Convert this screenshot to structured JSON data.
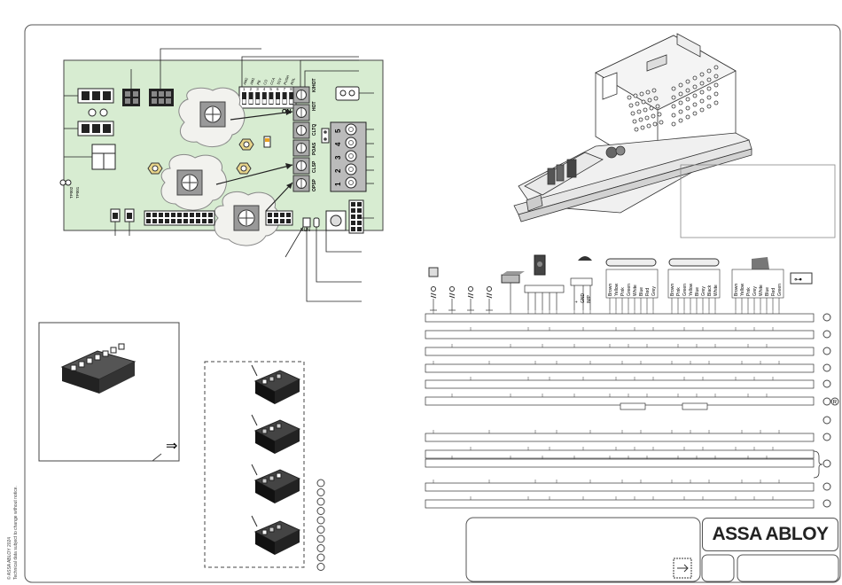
{
  "pcb": {
    "dip_header": "ON",
    "dip_numbers": [
      "1",
      "2",
      "3",
      "4",
      "5",
      "6",
      "7",
      "8"
    ],
    "dip_top_labels": [
      "AM2",
      "AM1",
      "PB",
      "CO",
      "CCA",
      "SSV",
      "PUSH",
      "ROL"
    ],
    "terminal_numbers": [
      "5",
      "4",
      "3",
      "2",
      "1"
    ],
    "pot_labels": [
      "HOT",
      "K/HOT",
      "CLTQ",
      "POAS",
      "CLSP",
      "OPSP"
    ],
    "test_points": [
      "TP002",
      "TP001"
    ],
    "bottom_labels": [
      "RUN"
    ]
  },
  "wiring": {
    "color_groups": [
      [
        "Brown",
        "Yellow",
        "Pink",
        "Green",
        "White",
        "Blue",
        "Red",
        "Grey"
      ],
      [
        "Brown",
        "Pink",
        "Green",
        "Yellow",
        "Blue",
        "Grey",
        "Black",
        "White"
      ],
      [
        "Brown",
        "Yellow",
        "Pink",
        "Grey",
        "White",
        "Blue",
        "Red",
        "Green"
      ]
    ],
    "small_labels": [
      "+",
      "GND",
      "IMP"
    ],
    "row_badges": [
      "",
      "",
      "",
      "",
      "",
      "R",
      "",
      "",
      "",
      "",
      ""
    ]
  },
  "brand": {
    "name": "ASSA ABLOY"
  },
  "legal": {
    "copyright": "© ASSA ABLOY 2024",
    "notice": "Technical data subject to change without notice."
  },
  "colors": {
    "pcb_green": "#d7ecd1",
    "line": "#222222",
    "panel_border": "#666666",
    "cloud": "#f2f2ee"
  }
}
